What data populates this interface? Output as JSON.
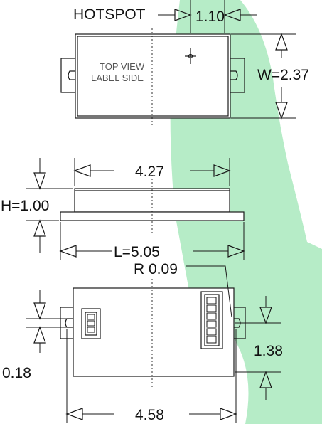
{
  "colors": {
    "watermark": "#b6ecc7",
    "line": "#1a1a1a",
    "background": "#ffffff"
  },
  "top_view": {
    "hotspot_label": "HOTSPOT",
    "hotspot_offset": "1.10",
    "label_line1": "TOP VIEW",
    "label_line2": "LABEL SIDE",
    "width_dim": "W=2.37"
  },
  "side_view": {
    "top_length_dim": "4.27",
    "height_dim": "H=1.00",
    "overall_length_dim": "L=5.05"
  },
  "bottom_view": {
    "radius_dim": "R 0.09",
    "slot_dim": "0.18",
    "mount_offset_dim": "1.38",
    "mount_spacing_dim": "4.58"
  }
}
